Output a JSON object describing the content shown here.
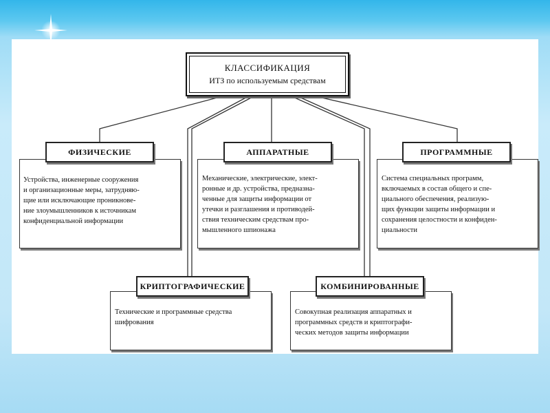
{
  "diagram": {
    "root": {
      "line1": "КЛАССИФИКАЦИЯ",
      "line2": "ИТЗ по используемым средствам"
    },
    "categories": [
      {
        "title": "ФИЗИЧЕСКИЕ",
        "lines": [
          "Устройства, инженерные сооружения",
          "и организационные меры, затрудняю-",
          "щие или исключающие проникнове-",
          "ние злоумышленников к источникам",
          "конфиденциальной информации"
        ]
      },
      {
        "title": "АППАРАТНЫЕ",
        "lines": [
          "Механические, электрические, элект-",
          "ронные и др. устройства, предназна-",
          "ченные для защиты информации от",
          "утечки и разглашения и противодей-",
          "ствия техническим средствам про-",
          "мышленного шпионажа"
        ]
      },
      {
        "title": "ПРОГРАММНЫЕ",
        "lines": [
          "Система специальных программ,",
          "включаемых в состав общего и спе-",
          "циального обеспечения, реализую-",
          "щих функции защиты информации и",
          "сохранения целостности и конфиден-",
          "циальности"
        ]
      },
      {
        "title": "КРИПТОГРАФИЧЕСКИЕ",
        "lines": [
          "Технические и программные средства",
          "шифрования"
        ]
      },
      {
        "title": "КОМБИНИРОВАННЫЕ",
        "lines": [
          "Совокупная реализация аппаратных и",
          "программных средств и криптографи-",
          "ческих методов защиты информации"
        ]
      }
    ]
  }
}
